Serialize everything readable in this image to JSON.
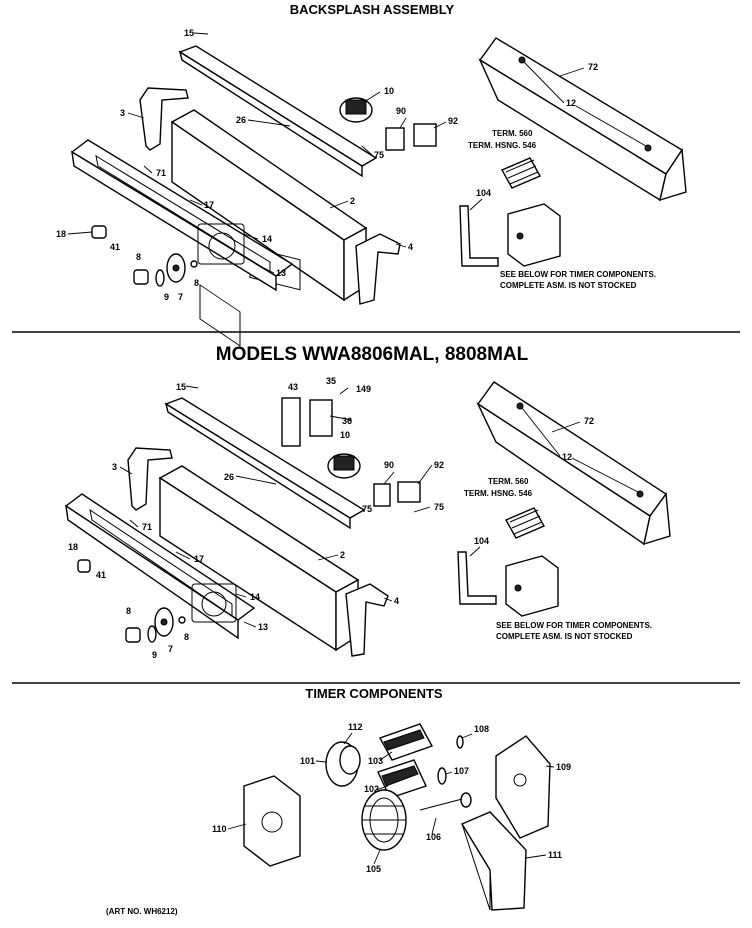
{
  "section1": {
    "title": "BACKSPLASH ASSEMBLY",
    "labels": {
      "p15": "15",
      "p3": "3",
      "p26": "26",
      "p10": "10",
      "p90": "90",
      "p92": "92",
      "p75": "75",
      "p71": "71",
      "p17": "17",
      "p2": "2",
      "p18": "18",
      "p41": "41",
      "p14": "14",
      "p13": "13",
      "p4": "4",
      "p8a": "8",
      "p9": "9",
      "p7": "7",
      "p8b": "8",
      "p72": "72",
      "p12": "12",
      "p104": "104"
    },
    "term_lines": [
      "TERM. 560",
      "TERM. HSNG. 546"
    ],
    "note_lines": [
      "SEE BELOW FOR TIMER COMPONENTS.",
      "COMPLETE ASM. IS NOT STOCKED"
    ]
  },
  "section2": {
    "title": "MODELS WWA8806MAL, 8808MAL",
    "labels": {
      "p15": "15",
      "p43": "43",
      "p35": "35",
      "p149": "149",
      "p36": "36",
      "p10": "10",
      "p3": "3",
      "p26": "26",
      "p90": "90",
      "p92": "92",
      "p75a": "75",
      "p75b": "75",
      "p71": "71",
      "p18": "18",
      "p41": "41",
      "p17": "17",
      "p2": "2",
      "p4": "4",
      "p14": "14",
      "p13": "13",
      "p8a": "8",
      "p9": "9",
      "p7": "7",
      "p8b": "8",
      "p72": "72",
      "p12": "12",
      "p104": "104"
    },
    "term_lines": [
      "TERM. 560",
      "TERM. HSNG. 546"
    ],
    "note_lines": [
      "SEE BELOW FOR TIMER COMPONENTS.",
      "COMPLETE ASM. IS NOT STOCKED"
    ]
  },
  "section3": {
    "title": "TIMER COMPONENTS",
    "labels": {
      "p112": "112",
      "p101": "101",
      "p103": "103",
      "p108": "108",
      "p109": "109",
      "p102": "102",
      "p107": "107",
      "p110": "110",
      "p106": "106",
      "p105": "105",
      "p111": "111"
    },
    "art_no": "(ART NO. WH6212)"
  }
}
